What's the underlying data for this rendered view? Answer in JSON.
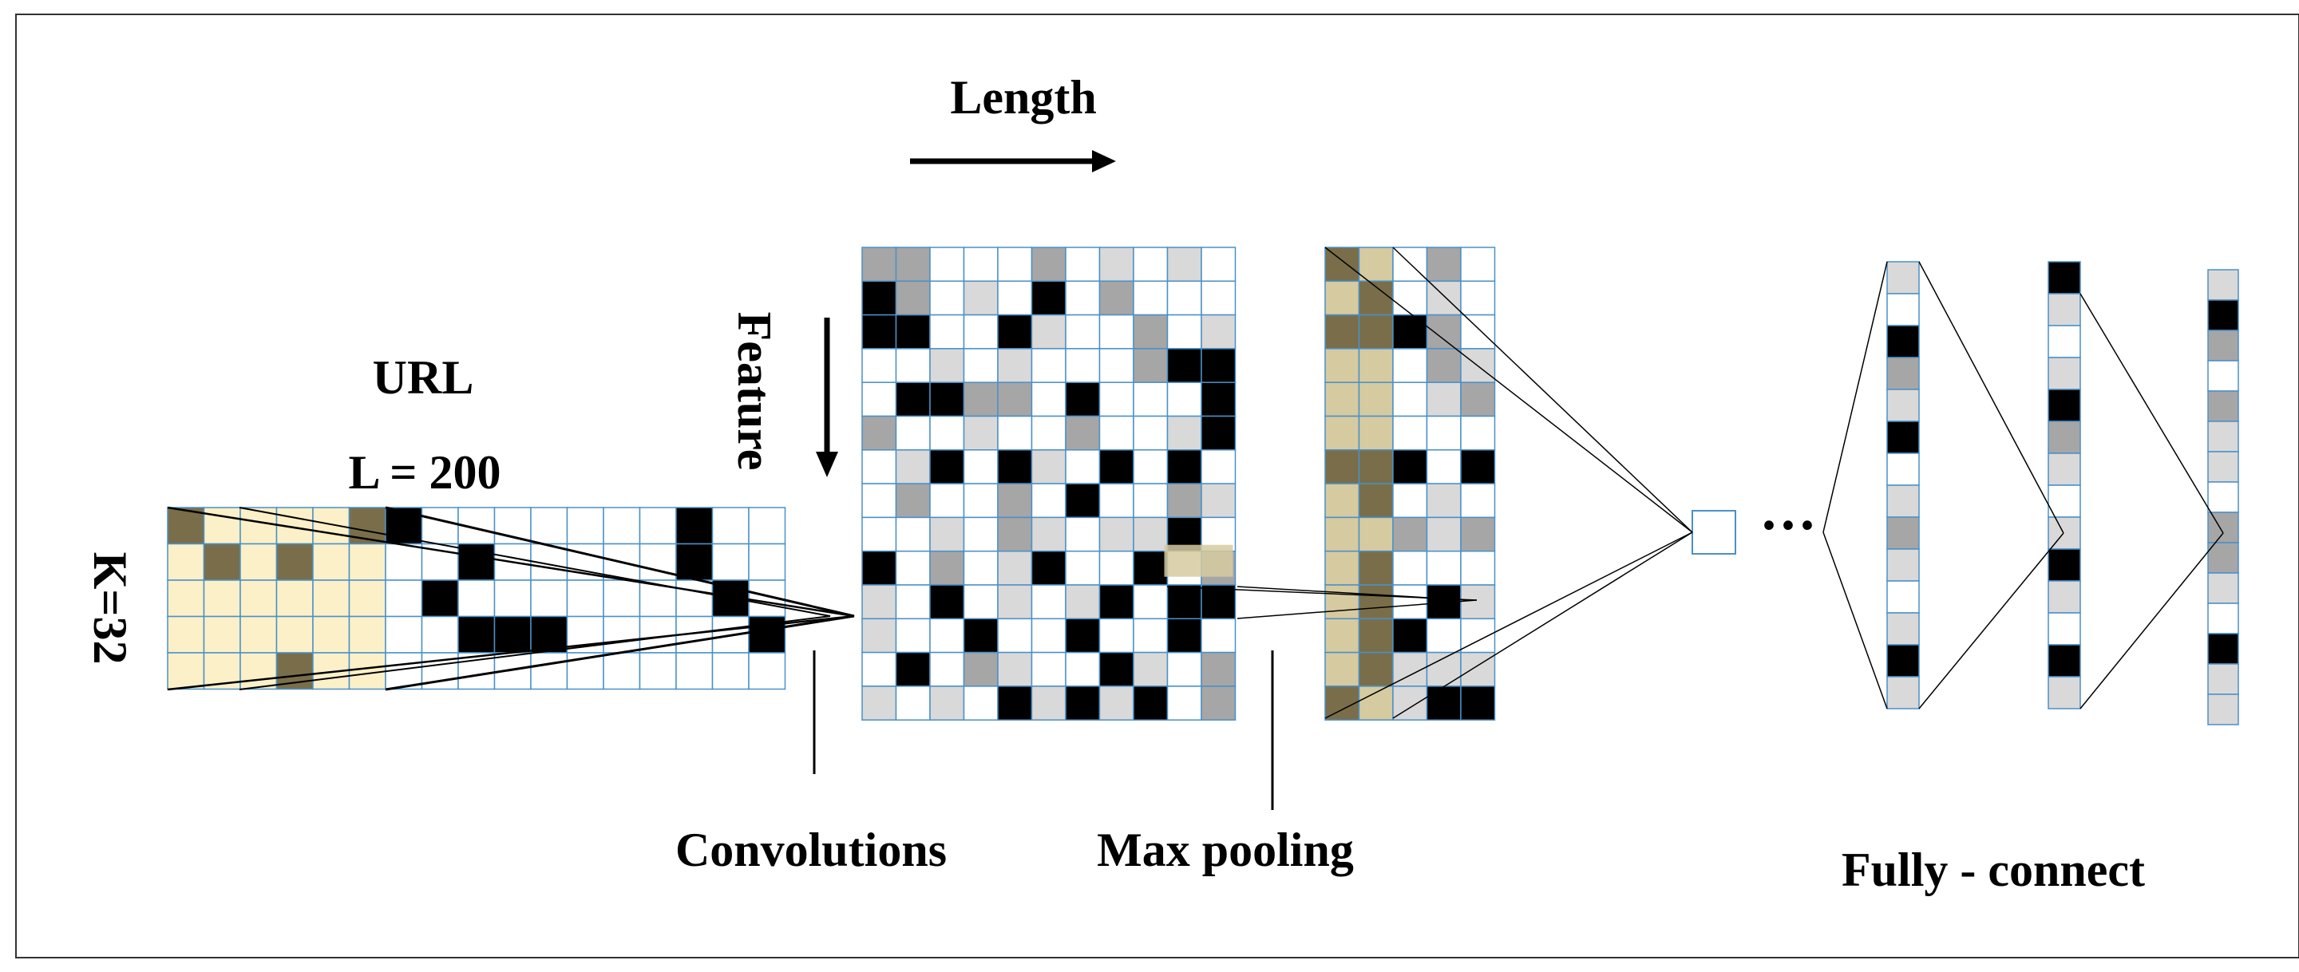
{
  "labels": {
    "length": "Length",
    "feature": "Feature",
    "url": "URL",
    "url_length": "L = 200",
    "k": "K=32",
    "convolutions": "Convolutions",
    "max_pooling": "Max pooling",
    "ellipsis": "···",
    "fully_connect": "Fully - connect"
  },
  "colors": {
    "grid_line": "#4a90c8",
    "black": "#000000",
    "dark_gray": "#a6a6a6",
    "light_gray": "#d9d9d9",
    "white": "#ffffff",
    "highlight": "#fbf0c8",
    "olive": "#7a6e4a",
    "tan": "#d6caa0"
  },
  "input_matrix": {
    "rows": 5,
    "cols": 17,
    "highlighted_cols": 6,
    "cells": [
      "O....OK.......K....",
      ".O.O....K.....K....",
      ".......K.......K...",
      "........KKK.....K..",
      "...O.............K."
    ]
  },
  "feature_map": {
    "rows": 14,
    "cols": 11,
    "cells": [
      "GG...G.L.L.",
      "KG.L.K.G...",
      "KK..KL..G.L",
      "..L.L...GKK",
      ".KKGG.K...K",
      "G..L..G..LK",
      ".LK.KL.K.K.",
      ".G..G.K..GL",
      "..L.GL.LLK.",
      "K.G.LK..K.G",
      "L.K.L.LK.KK",
      "L..K..K..K.",
      ".K.GL..KL.G",
      "L.L.KLKLK.G"
    ]
  },
  "pooled_map": {
    "rows": 14,
    "cols": 5,
    "highlighted_cols": 2,
    "cells": [
      "OT.G.",
      "TO.L.",
      "OOKG.",
      "TT.GL",
      "TT.LG",
      "TT...",
      "OOK.K",
      "TO.L.",
      "TTGLG",
      "TO...",
      "TO.KL",
      "TOK..",
      "TOLLL",
      "OTLKK"
    ]
  },
  "fc_layers": [
    {
      "cells": "L.KGLK.LGL.LKL"
    },
    {
      "cells": "KL.LKGL.LKL.KL"
    },
    {
      "cells": "LKG.GLL.GGL.KLL"
    }
  ]
}
